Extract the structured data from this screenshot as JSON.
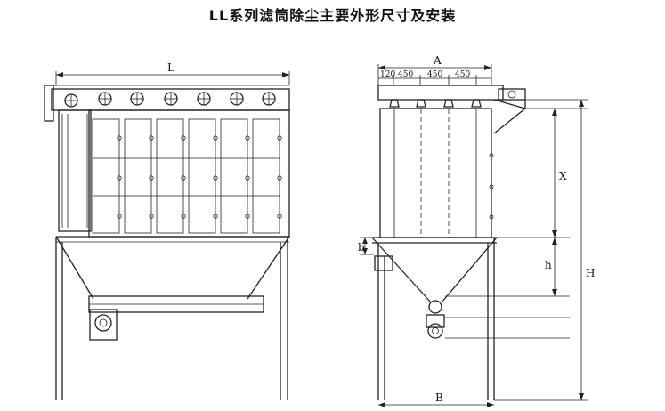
{
  "title": "LL系列滤筒除尘主要外形尺寸及安装",
  "labels": {
    "L": "L",
    "A": "A",
    "dim1": "120",
    "dim2": "450",
    "dim3": "450",
    "dim4": "450",
    "X": "X",
    "h": "h",
    "H": "H",
    "b": "b",
    "B": "B"
  }
}
